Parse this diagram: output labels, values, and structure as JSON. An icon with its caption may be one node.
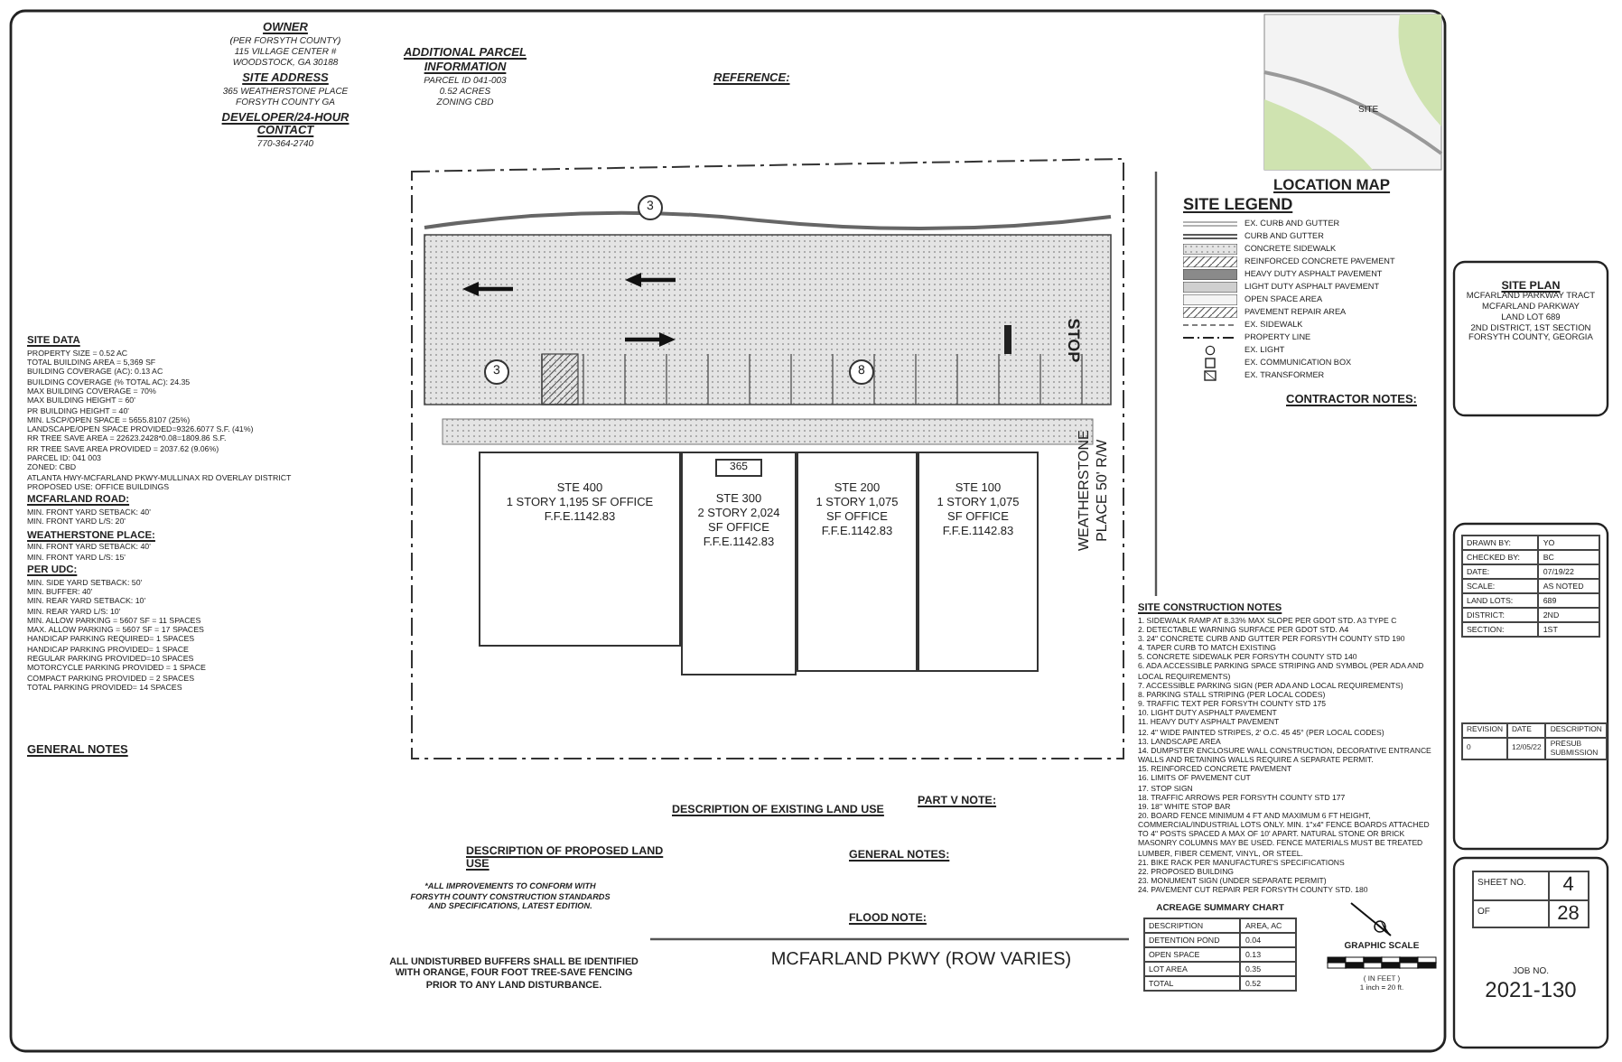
{
  "diagram": {
    "nodes": [
      {
        "text": [
          "3"
        ]
      },
      {
        "text": [
          "3"
        ]
      },
      {
        "text": [
          "8"
        ]
      },
      {
        "text": [
          "STE 400",
          "1 STORY 1,195 SF OFFICE F.F.E.1142.83"
        ]
      },
      {
        "text": [
          "STE 300",
          "2 STORY 2,024 SF OFFICE F.F.E.1142.83"
        ]
      },
      {
        "text": [
          "STE 200",
          "1 STORY 1,075 SF OFFICE F.F.E.1142.83"
        ]
      },
      {
        "text": [
          "STE 100",
          "1 STORY 1,075 SF OFFICE F.F.E.1142.83"
        ]
      },
      {
        "text": [
          "365"
        ],
        "in": 4
      }
    ],
    "labels": [
      "OWNER",
      "(PER FORSYTH COUNTY)",
      "115 VILLAGE CENTER #",
      "WOODSTOCK, GA 30188",
      "SITE ADDRESS",
      "365 WEATHERSTONE PLACE",
      "FORSYTH COUNTY GA",
      "DEVELOPER/24-HOUR CONTACT",
      "770-364-2740",
      "ADDITIONAL PARCEL INFORMATION",
      "PARCEL ID 041-003",
      "0.52 ACRES",
      "ZONING CBD",
      "REFERENCE:",
      "SITE DATA",
      "PROPERTY SIZE = 0.52 AC",
      "TOTAL BUILDING AREA = 5,369 SF",
      "BUILDING COVERAGE (AC): 0.13 AC",
      "BUILDING COVERAGE (% TOTAL AC): 24.35",
      "MAX BUILDING COVERAGE = 70%",
      "MAX BUILDING HEIGHT = 60'",
      "PR BUILDING HEIGHT = 40'",
      "MIN. LSCP/OPEN SPACE = 5655.8107 (25%)",
      "LANDSCAPE/OPEN SPACE PROVIDED=9326.6077 S.F. (41%)",
      "RR TREE SAVE AREA = 22623.2428*0.08=1809.86 S.F.",
      "RR TREE SAVE AREA PROVIDED = 2037.62 (9.06%)",
      "PARCEL ID: 041 003",
      "ZONED: CBD",
      "ATLANTA HWY-MCFARLAND PKWY-MULLINAX RD OVERLAY DISTRICT",
      "PROPOSED USE: OFFICE BUILDINGS",
      "MCFARLAND ROAD:",
      "MIN. FRONT YARD SETBACK: 40'",
      "MIN. FRONT YARD L/S: 20'",
      "WEATHERSTONE PLACE:",
      "MIN. FRONT YARD SETBACK: 40'",
      "MIN. FRONT YARD L/S: 15'",
      "PER UDC:",
      "MIN. SIDE YARD SETBACK: 50'",
      "MIN. BUFFER: 40'",
      "MIN. REAR YARD SETBACK: 10'",
      "MIN. REAR YARD L/S: 10'",
      "MIN. ALLOW PARKING = 5607 SF = 11 SPACES",
      "MAX. ALLOW PARKING = 5607 SF = 17 SPACES",
      "HANDICAP PARKING REQUIRED= 1 SPACES",
      "HANDICAP PARKING PROVIDED= 1 SPACE",
      "REGULAR PARKING PROVIDED=10 SPACES",
      "MOTORCYCLE PARKING PROVIDED = 1 SPACE",
      "COMPACT PARKING PROVIDED = 2 SPACES",
      "TOTAL PARKING PROVIDED= 14 SPACES",
      "GENERAL NOTES",
      "WEATHERSTONE PLACE 50' R/W",
      "STOP",
      "MCFARLAND PKWY (ROW VARIES)",
      "SITE LEGEND",
      "SITE CONSTRUCTION NOTES",
      "1. SIDEWALK RAMP AT 8.33% MAX SLOPE PER GDOT STD. A3 TYPE C",
      "2. DETECTABLE WARNING SURFACE PER GDOT STD. A4",
      "3. 24\" CONCRETE CURB AND GUTTER PER FORSYTH COUNTY STD 190",
      "4. TAPER CURB TO MATCH EXISTING",
      "5. CONCRETE SIDEWALK PER FORSYTH COUNTY STD 140",
      "6. ADA ACCESSIBLE PARKING SPACE STRIPING AND SYMBOL (PER ADA AND LOCAL REQUIREMENTS)",
      "7. ACCESSIBLE PARKING SIGN (PER ADA AND LOCAL REQUIREMENTS)",
      "8. PARKING STALL STRIPING (PER LOCAL CODES)",
      "9. TRAFFIC TEXT PER FORSYTH COUNTY STD 175",
      "10. LIGHT DUTY ASPHALT PAVEMENT",
      "11. HEAVY DUTY ASPHALT PAVEMENT",
      "12. 4\" WIDE PAINTED STRIPES, 2' O.C. 45 45° (PER LOCAL CODES)",
      "13. LANDSCAPE AREA",
      "14. DUMPSTER ENCLOSURE WALL CONSTRUCTION, DECORATIVE ENTRANCE WALLS AND RETAINING WALLS REQUIRE A SEPARATE PERMIT.",
      "15. REINFORCED CONCRETE PAVEMENT",
      "16. LIMITS OF PAVEMENT CUT",
      "17. STOP SIGN",
      "18. TRAFFIC ARROWS PER FORSYTH COUNTY STD 177",
      "19. 18\" WHITE STOP BAR",
      "20. BOARD FENCE MINIMUM 4 FT AND MAXIMUM 6 FT HEIGHT, COMMERCIAL/INDUSTRIAL LOTS ONLY. MIN. 1\"x4\" FENCE BOARDS ATTACHED TO 4\" POSTS SPACED A MAX OF 10' APART. NATURAL STONE OR BRICK MASONRY COLUMNS MAY BE USED. FENCE MATERIALS MUST BE TREATED LUMBER, FIBER CEMENT, VINYL, OR STEEL.",
      "21. BIKE RACK PER MANUFACTURE'S SPECIFICATIONS",
      "22. PROPOSED BUILDING",
      "23. MONUMENT SIGN (UNDER SEPARATE PERMIT)",
      "24. PAVEMENT CUT REPAIR PER FORSYTH COUNTY STD. 180",
      "ACREAGE SUMMARY CHART",
      "DESCRIPTION",
      "AREA, AC",
      "DETENTION POND",
      "0.04",
      "OPEN SPACE",
      "0.13",
      "LOT AREA",
      "0.35",
      "TOTAL",
      "0.52",
      "GRAPHIC SCALE",
      "( IN FEET )",
      "1 inch = 20 ft.",
      "LOCATION MAP",
      "SITE",
      "CONTRACTOR NOTES:",
      "DESCRIPTION OF EXISTING LAND USE",
      "DESCRIPTION OF PROPOSED LAND USE",
      "GENERAL NOTES:",
      "FLOOD NOTE:",
      "PART V NOTE:",
      "*ALL IMPROVEMENTS TO CONFORM WITH FORSYTH COUNTY CONSTRUCTION STANDARDS AND SPECIFICATIONS, LATEST EDITION.",
      "ALL UNDISTURBED BUFFERS SHALL BE IDENTIFIED WITH ORANGE, FOUR FOOT TREE-SAVE FENCING PRIOR TO ANY LAND DISTURBANCE.",
      "SITE PLAN",
      "MCFARLAND PARKWAY TRACT",
      "MCFARLAND PARKWAY",
      "LAND LOT 689",
      "2ND DISTRICT, 1ST SECTION",
      "FORSYTH COUNTY, GEORGIA",
      "DRAWN BY:",
      "YO",
      "CHECKED BY:",
      "BC",
      "DATE:",
      "07/19/22",
      "SCALE:",
      "AS NOTED",
      "LAND LOTS:",
      "689",
      "DISTRICT:",
      "2ND",
      "SECTION:",
      "1ST",
      "REVISION",
      "DATE",
      "DESCRIPTION",
      "0",
      "12/05/22",
      "PRESUB SUBMISSION",
      "SHEET NO.",
      "4",
      "OF",
      "28",
      "JOB NO.",
      "2021-130"
    ],
    "legend": [
      {
        "text": "EX. CURB AND GUTTER"
      },
      {
        "text": "CURB AND GUTTER"
      },
      {
        "text": "CONCRETE SIDEWALK"
      },
      {
        "text": "REINFORCED CONCRETE PAVEMENT"
      },
      {
        "text": "HEAVY DUTY ASPHALT PAVEMENT"
      },
      {
        "text": "LIGHT DUTY ASPHALT PAVEMENT"
      },
      {
        "text": "OPEN SPACE AREA"
      },
      {
        "text": "PAVEMENT REPAIR AREA"
      },
      {
        "text": "EX. SIDEWALK"
      },
      {
        "text": "PROPERTY LINE"
      },
      {
        "text": "EX. LIGHT"
      },
      {
        "text": "EX. COMMUNICATION BOX"
      },
      {
        "text": "EX. TRANSFORMER"
      }
    ]
  }
}
